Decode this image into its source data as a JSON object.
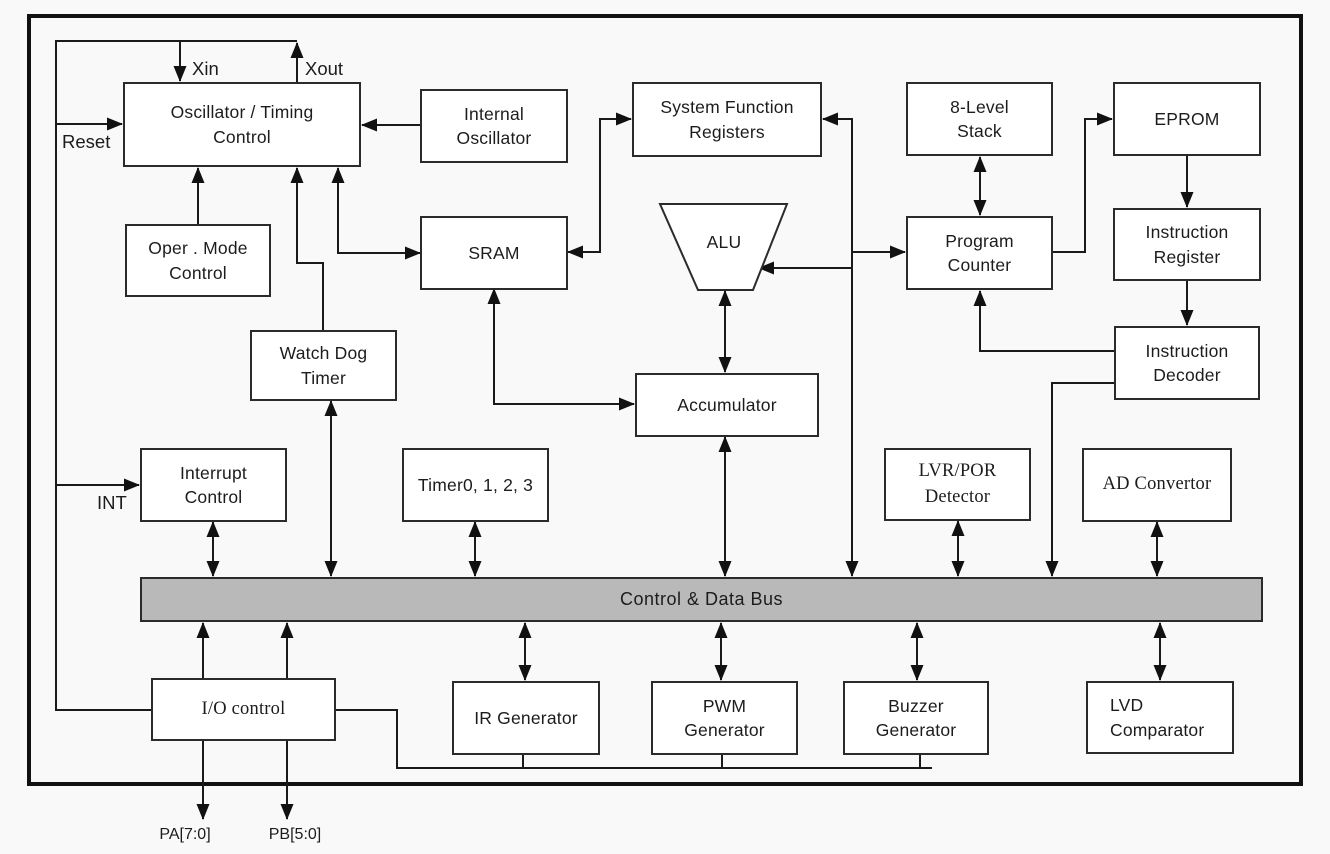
{
  "blocks": {
    "oscillator": {
      "label": "Oscillator / Timing\nControl"
    },
    "internal_osc": {
      "label": "Internal\nOscillator"
    },
    "sfr": {
      "label": "System Function\nRegisters"
    },
    "stack": {
      "label": "8-Level\nStack"
    },
    "eprom": {
      "label": "EPROM"
    },
    "oper_mode": {
      "label": "Oper . Mode\nControl"
    },
    "sram": {
      "label": "SRAM"
    },
    "alu": {
      "label": "ALU"
    },
    "program_counter": {
      "label": "Program\nCounter"
    },
    "instr_register": {
      "label": "Instruction\nRegister"
    },
    "watchdog": {
      "label": "Watch Dog\nTimer"
    },
    "accumulator": {
      "label": "Accumulator"
    },
    "instr_decoder": {
      "label": "Instruction\nDecoder"
    },
    "interrupt": {
      "label": "Interrupt\nControl"
    },
    "timers": {
      "label": "Timer0, 1, 2, 3"
    },
    "lvr_por": {
      "label": "LVR/POR\nDetector"
    },
    "ad_convertor": {
      "label": "AD Convertor"
    },
    "io_control": {
      "label": "I/O control"
    },
    "ir_generator": {
      "label": "IR Generator"
    },
    "pwm_generator": {
      "label": "PWM\nGenerator"
    },
    "buzzer_generator": {
      "label": "Buzzer\nGenerator"
    },
    "lvd_comparator": {
      "label": "LVD\nComparator"
    }
  },
  "bus": {
    "label": "Control & Data Bus"
  },
  "pins": {
    "xin": "Xin",
    "xout": "Xout",
    "reset": "Reset",
    "int": "INT",
    "pa": "PA[7:0]",
    "pb": "PB[5:0]"
  },
  "colors": {
    "bus_fill": "#b9b9b9",
    "line": "#1a1a1a",
    "box_bg": "#ffffff",
    "border": "#2b2b2b"
  }
}
